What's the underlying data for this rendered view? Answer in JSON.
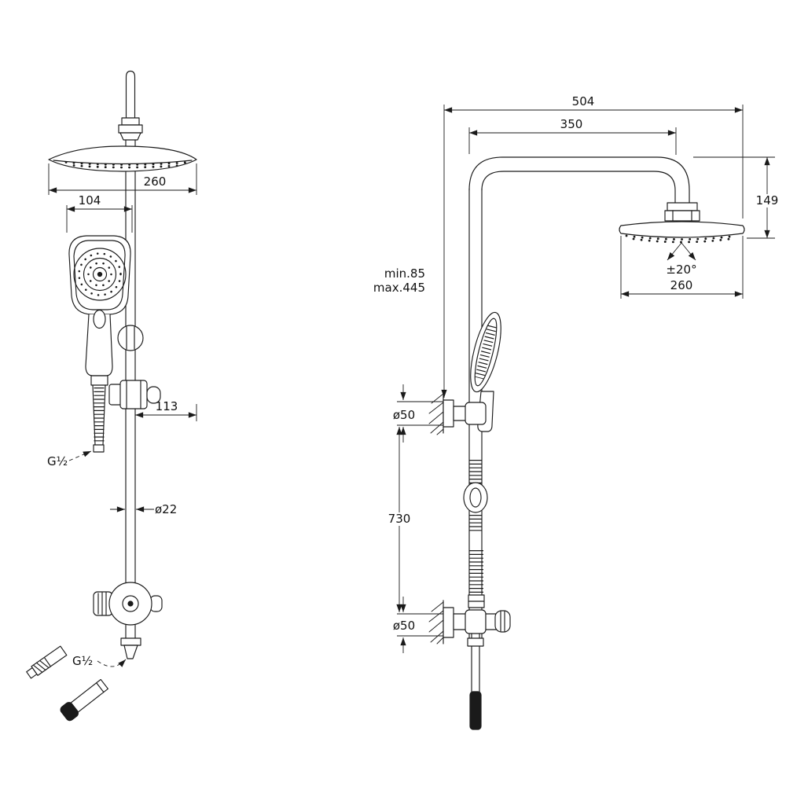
{
  "drawing": {
    "front_view": {
      "head_width": "260",
      "hand_shower_width": "104",
      "bracket_offset": "113",
      "hose_thread": "G½",
      "pipe_diameter": "ø22",
      "outlet_thread": "G½"
    },
    "side_view": {
      "overall_width": "504",
      "arm_reach": "350",
      "head_drop": "149",
      "head_tilt": "±20°",
      "head_width": "260",
      "riser_min": "min.85",
      "riser_max": "max.445",
      "top_bracket_diameter": "ø50",
      "bracket_spacing": "730",
      "bottom_bracket_diameter": "ø50"
    }
  }
}
